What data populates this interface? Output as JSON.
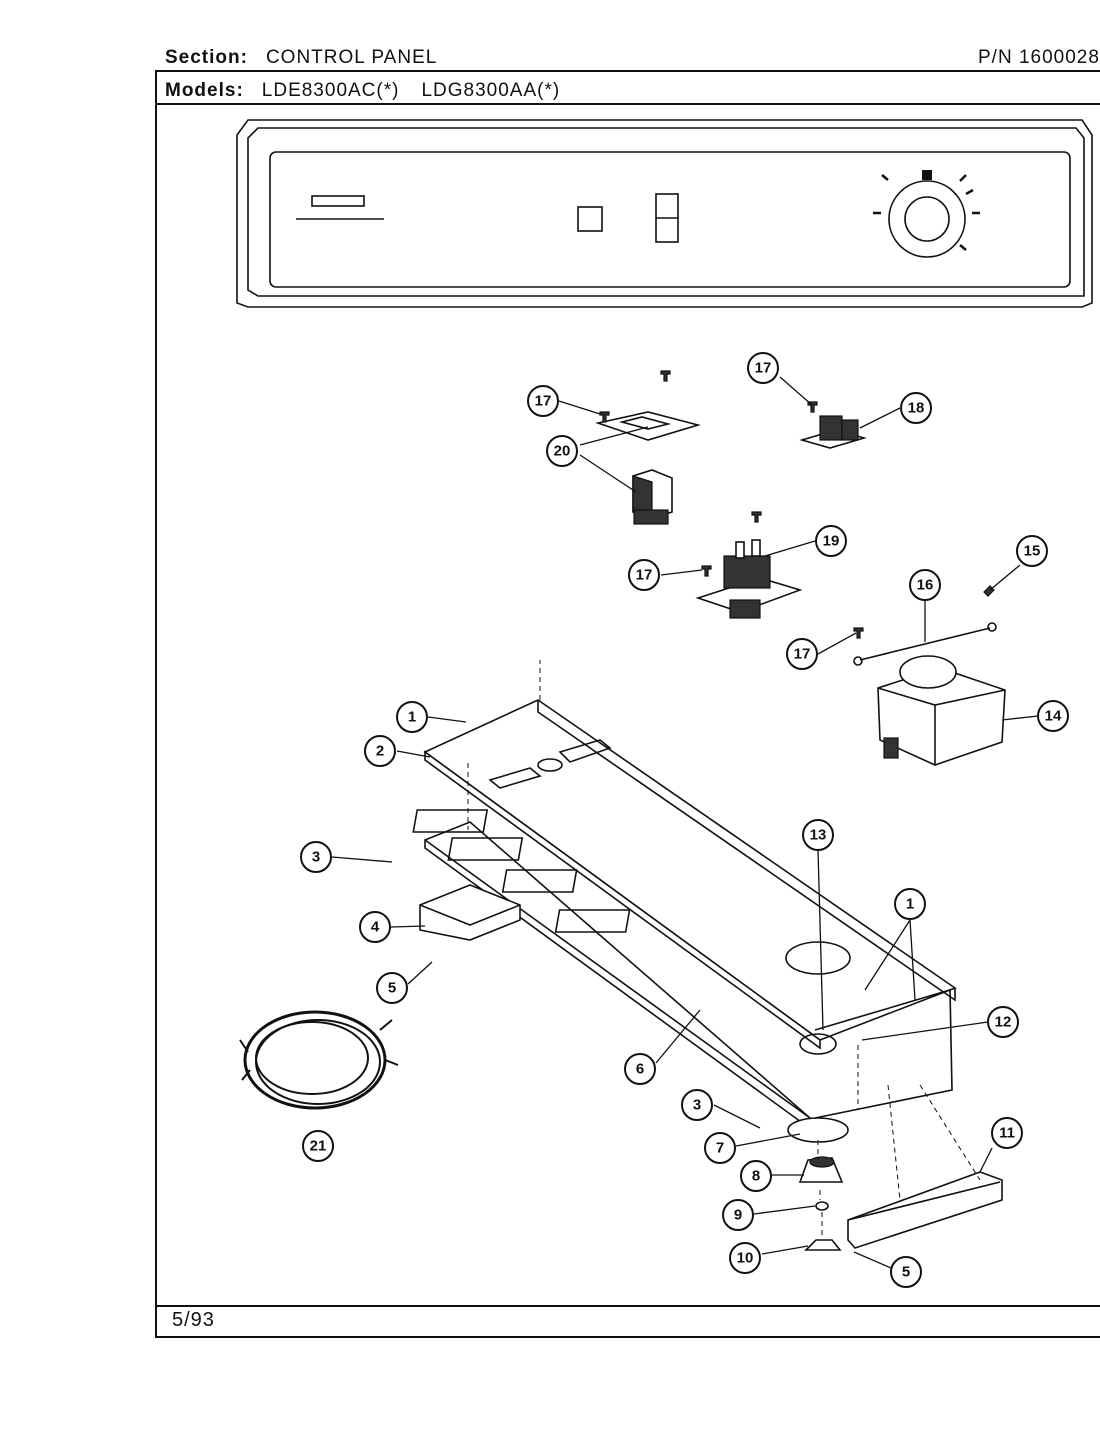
{
  "header": {
    "section_label": "Section:",
    "section_value": "CONTROL PANEL",
    "pn_label": "P/N",
    "pn_value": "1600028",
    "models_label": "Models:",
    "model_1": "LDE8300AC(*)",
    "model_2": "LDG8300AA(*)"
  },
  "footer": {
    "date": "5/93"
  },
  "callouts": [
    {
      "label": "17"
    },
    {
      "label": "17"
    },
    {
      "label": "20"
    },
    {
      "label": "18"
    },
    {
      "label": "19"
    },
    {
      "label": "17"
    },
    {
      "label": "15"
    },
    {
      "label": "16"
    },
    {
      "label": "17"
    },
    {
      "label": "14"
    },
    {
      "label": "1"
    },
    {
      "label": "2"
    },
    {
      "label": "13"
    },
    {
      "label": "3"
    },
    {
      "label": "4"
    },
    {
      "label": "1"
    },
    {
      "label": "5"
    },
    {
      "label": "12"
    },
    {
      "label": "6"
    },
    {
      "label": "21"
    },
    {
      "label": "3"
    },
    {
      "label": "11"
    },
    {
      "label": "7"
    },
    {
      "label": "8"
    },
    {
      "label": "9"
    },
    {
      "label": "10"
    },
    {
      "label": "5"
    }
  ],
  "colors": {
    "ink": "#111111",
    "paper": "#ffffff"
  }
}
